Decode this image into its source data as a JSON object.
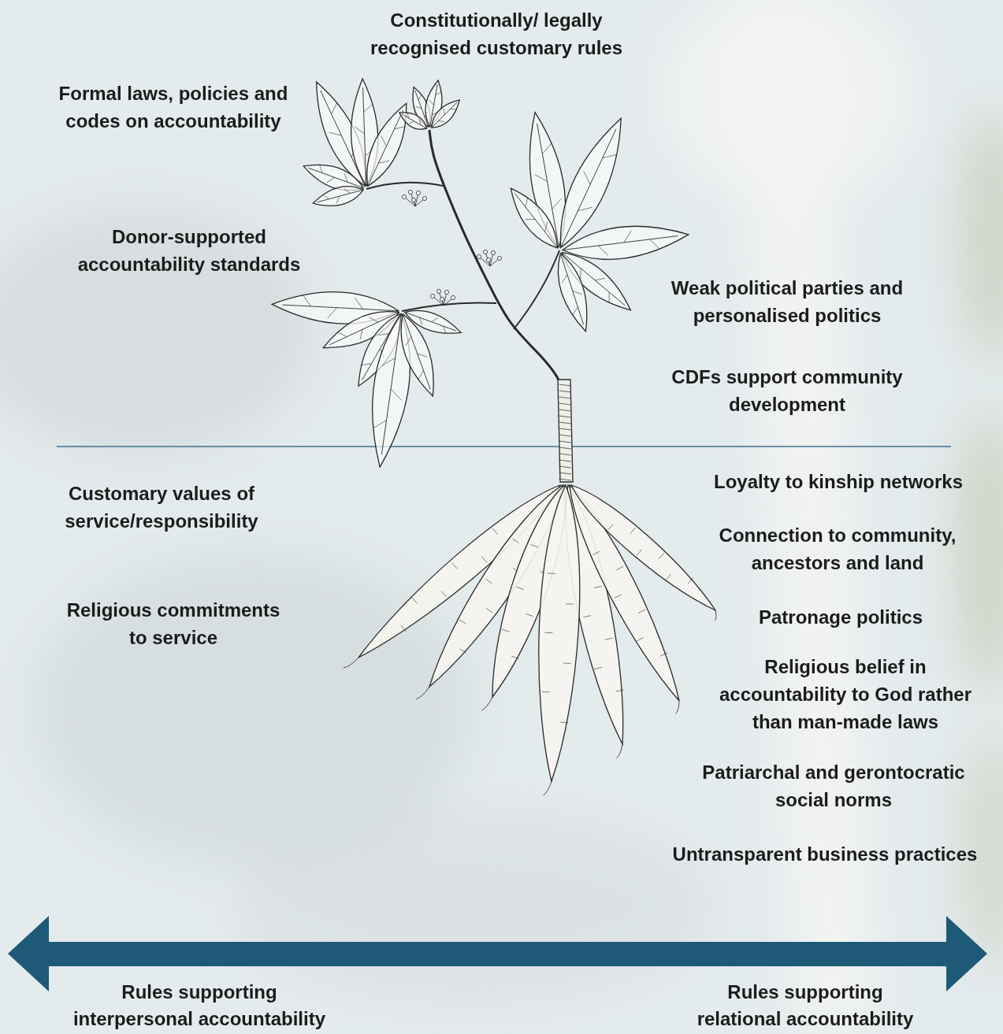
{
  "diagram": {
    "labels": [
      "Constitutionally/ legally recognised customary rules",
      "Formal laws, policies and codes on accountability",
      "Donor-supported accountability standards",
      "Weak political parties and personalised politics",
      "CDFs support community development",
      "Customary values of service/responsibility",
      "Loyalty to kinship networks",
      "Connection to community, ancestors and land",
      "Religious commitments to service",
      "Patronage politics",
      "Religious belief in accountability to God rather than man-made laws",
      "Patriarchal and gerontocratic social norms",
      "Untransparent business practices",
      "Rules supporting interpersonal accountability",
      "Rules supporting relational accountability"
    ]
  }
}
